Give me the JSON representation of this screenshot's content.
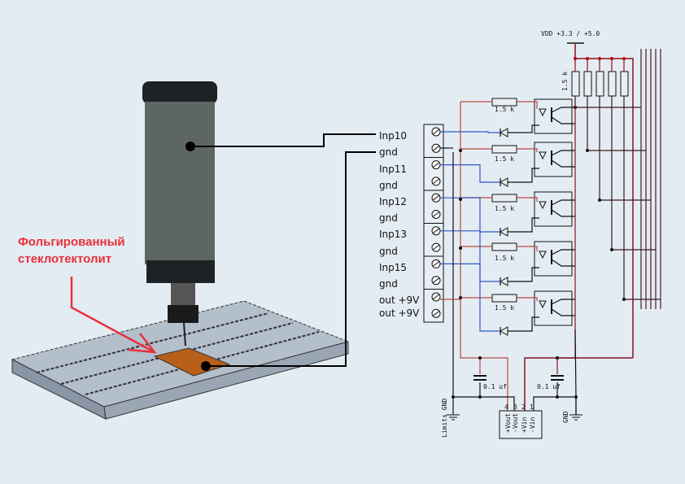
{
  "annotation": {
    "line1": "Фольгированный",
    "line2": "стеклотектолит",
    "color": "#e8303c"
  },
  "terminals": [
    "Inp10",
    "gnd",
    "Inp11",
    "gnd",
    "Inp12",
    "gnd",
    "Inp13",
    "gnd",
    "Inp15",
    "gnd",
    "out  +9V",
    "out  +9V"
  ],
  "schematic": {
    "vdd": "VDD +3.3 / +5.0",
    "resistor": "1.5 k",
    "cap": "0.1 uf",
    "limits_gnd": "Limits GND",
    "gnd": "GND",
    "regulator_pins": [
      "+Vout",
      "-Vout",
      "+Vin",
      "-Vin"
    ],
    "pin_numbers": [
      "4",
      "3",
      "2",
      "1"
    ]
  },
  "colors": {
    "red_wire": "#b8483c",
    "dark_red_wire": "#8a1020",
    "blue_wire": "#2a58c8",
    "copper": "#b8601a",
    "background": "#e4ecf3"
  }
}
